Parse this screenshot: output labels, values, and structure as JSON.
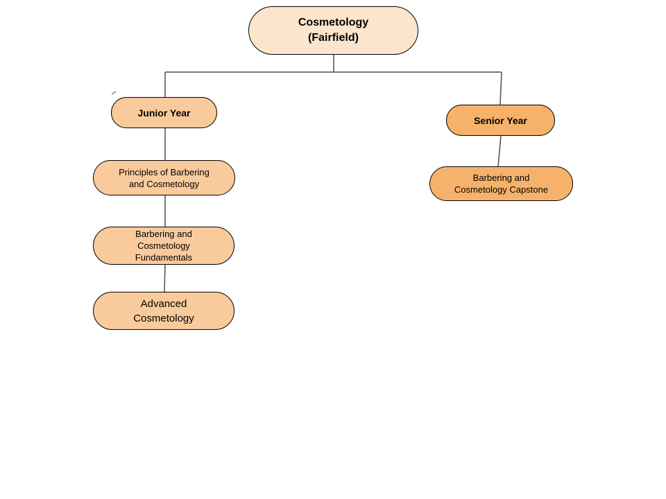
{
  "colors": {
    "background": "#ffffff",
    "root_fill": "#FCE5CD",
    "junior_fill": "#F9CB9C",
    "senior_fill": "#F6B26B",
    "node_border": "#000000",
    "connector": "#4f4f4f",
    "stray_mark": "#8a8a8a",
    "text": "#000000"
  },
  "nodes": {
    "root": {
      "label": "Cosmetology\n(Fairfield)"
    },
    "junior_year": {
      "label": "Junior Year"
    },
    "principles": {
      "label": "Principles of Barbering\nand Cosmetology"
    },
    "fundamentals": {
      "label": "Barbering and\nCosmetology\nFundamentals"
    },
    "advanced": {
      "label": "Advanced\nCosmetology"
    },
    "senior_year": {
      "label": "Senior Year"
    },
    "capstone": {
      "label": "Barbering and\nCosmetology Capstone"
    }
  },
  "hierarchy": {
    "root": "Cosmetology (Fairfield)",
    "children": [
      {
        "label": "Junior Year",
        "children": [
          "Principles of Barbering and Cosmetology",
          "Barbering and Cosmetology Fundamentals",
          "Advanced Cosmetology"
        ]
      },
      {
        "label": "Senior Year",
        "children": [
          "Barbering and Cosmetology Capstone"
        ]
      }
    ]
  }
}
